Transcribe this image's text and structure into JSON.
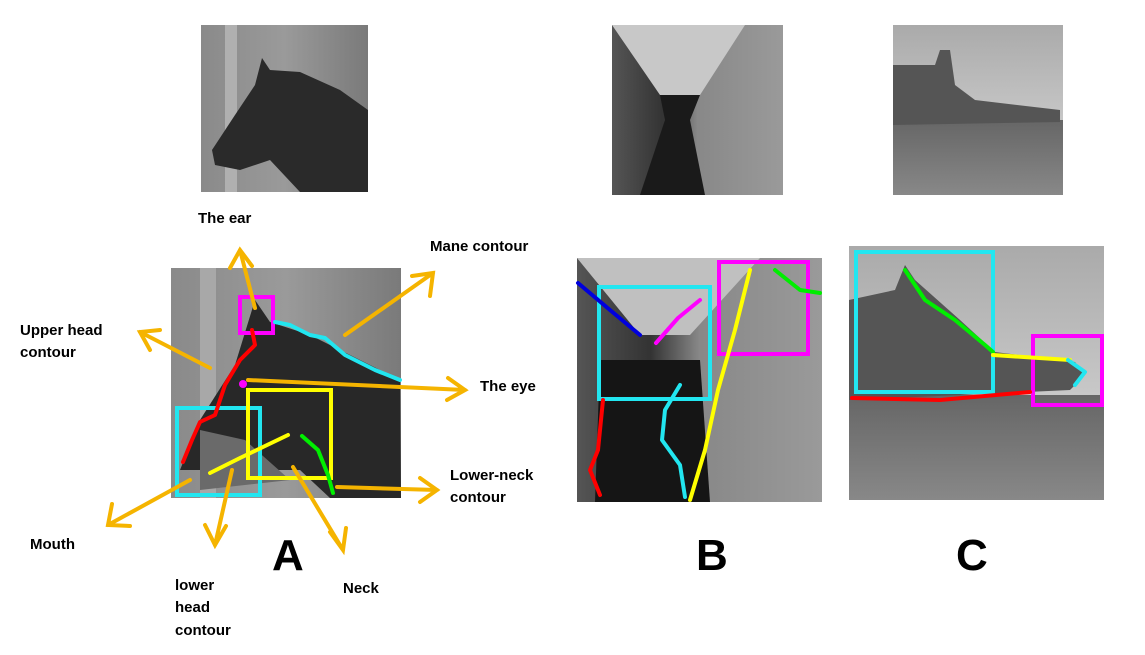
{
  "colors": {
    "arrow": "#f5b400",
    "red": "#ff0000",
    "cyan": "#22e6f0",
    "magenta": "#ff00ff",
    "yellow": "#ffff00",
    "green": "#00ee00",
    "blue": "#0000dd"
  },
  "panels": {
    "a": {
      "letter": "A",
      "labels": {
        "ear": "The ear",
        "mane": "Mane contour",
        "upper_head_1": "Upper head",
        "upper_head_2": "contour",
        "eye": "The eye",
        "lower_neck_1": "Lower-neck",
        "lower_neck_2": "contour",
        "mouth": "Mouth",
        "lower_head_1": "lower",
        "lower_head_2": "head",
        "lower_head_3": "contour",
        "neck": "Neck"
      }
    },
    "b": {
      "letter": "B"
    },
    "c": {
      "letter": "C"
    }
  }
}
